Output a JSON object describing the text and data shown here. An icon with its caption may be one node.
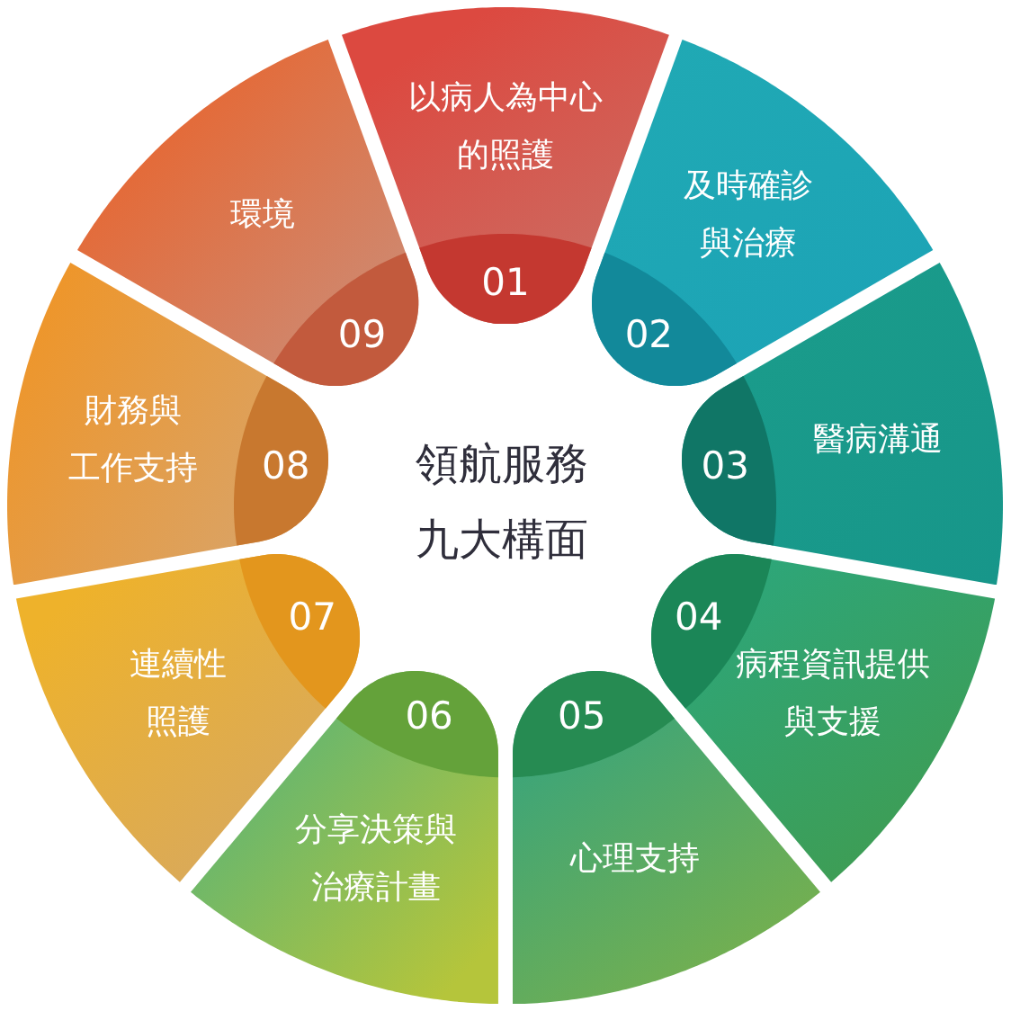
{
  "diagram": {
    "title": "領航服務九大構面",
    "nodes": [
      {
        "text": [
          "以病人為中心的照護",
          "01"
        ]
      },
      {
        "text": [
          "02",
          "及時確診與治療"
        ]
      },
      {
        "text": [
          "03",
          "醫病溝通"
        ]
      },
      {
        "text": [
          "04",
          "病程資訊提供與支援"
        ]
      },
      {
        "text": [
          "05",
          "心理支持"
        ]
      },
      {
        "text": [
          "06",
          "分享決策與治療計畫"
        ]
      },
      {
        "text": [
          "07",
          "連續性照護"
        ]
      },
      {
        "text": [
          "財務與工作支持",
          "08"
        ]
      },
      {
        "text": [
          "09",
          "環境"
        ]
      }
    ]
  }
}
